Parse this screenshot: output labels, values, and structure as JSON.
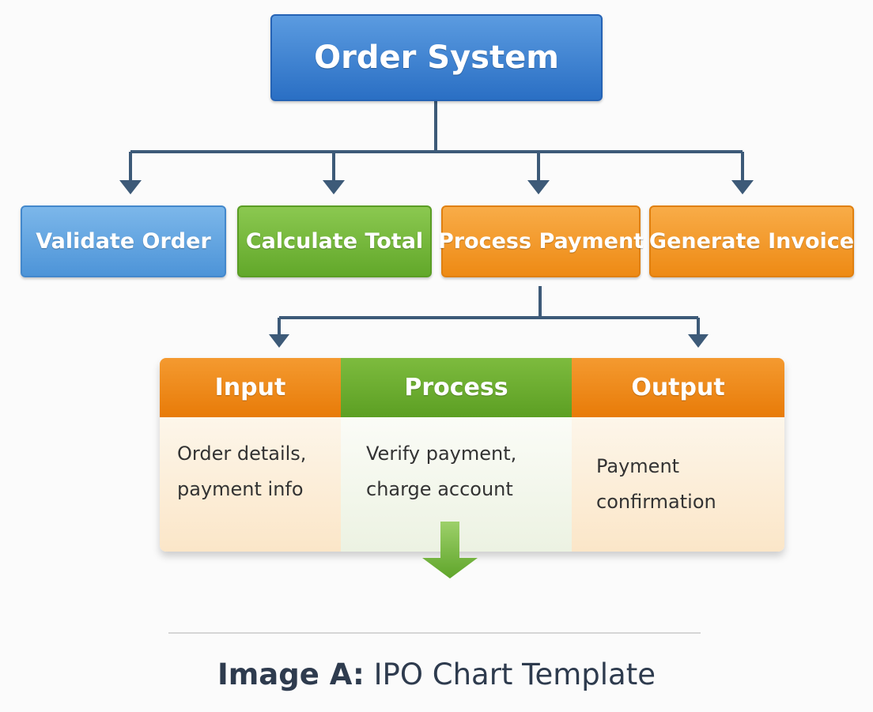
{
  "root": {
    "label": "Order System"
  },
  "modules": [
    {
      "label": "Validate Order",
      "color": "#5b9de0"
    },
    {
      "label": "Calculate Total",
      "color": "#6fb234"
    },
    {
      "label": "Process Payment",
      "color": "#f39a25"
    },
    {
      "label": "Generate Invoice",
      "color": "#f39a25"
    }
  ],
  "ipo": {
    "input": {
      "heading": "Input",
      "lines": [
        "Order details,",
        "payment info"
      ]
    },
    "process": {
      "heading": "Process",
      "lines": [
        "Verify payment,",
        "charge account"
      ]
    },
    "output": {
      "heading": "Output",
      "lines": [
        "Payment",
        "confirmation"
      ]
    }
  },
  "caption": {
    "bold": "Image A:",
    "rest": " IPO Chart Template"
  },
  "colors": {
    "connector": "#3d5a78",
    "accent_blue": "#2a6fc4",
    "accent_green": "#62a82a",
    "accent_orange": "#ee8a14"
  }
}
